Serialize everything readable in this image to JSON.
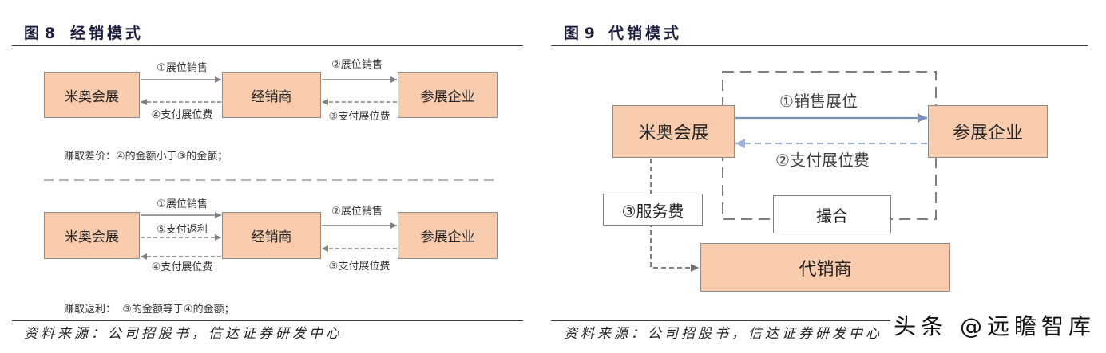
{
  "figure8": {
    "number": "图 8",
    "title": "经销模式",
    "top_diagram": {
      "nodes": {
        "organizer": "米奥会展",
        "dealer": "经销商",
        "exhibitor": "参展企业"
      },
      "edges": {
        "sale_to_dealer": "①展位销售",
        "pay_to_organizer": "④支付展位费",
        "sale_to_exhibitor": "②展位销售",
        "pay_to_dealer": "③支付展位费"
      },
      "note": "赚取差价：④的金额小于③的金额；"
    },
    "bottom_diagram": {
      "nodes": {
        "organizer": "米奥会展",
        "dealer": "经销商",
        "exhibitor": "参展企业"
      },
      "edges": {
        "sale_to_dealer": "①展位销售",
        "rebate_to_dealer": "⑤支付返利",
        "pay_to_organizer": "④支付展位费",
        "sale_to_exhibitor": "②展位销售",
        "pay_to_dealer": "③支付展位费"
      },
      "note": "赚取返利：  ③的金额等于④的金额；"
    },
    "source": "资料来源：公司招股书，信达证券研发中心"
  },
  "figure9": {
    "number": "图 9",
    "title": "代销模式",
    "nodes": {
      "organizer": "米奥会展",
      "exhibitor": "参展企业",
      "service_fee": "③服务费",
      "matchmaking": "撮合",
      "agent": "代销商"
    },
    "edges": {
      "sale_to_exhibitor": "①销售展位",
      "pay_to_organizer": "②支付展位费"
    },
    "source": "资料来源：公司招股书，信达证券研发中心"
  },
  "watermark": "头条 @远瞻智库",
  "colors": {
    "node_fill": "#f8cbad",
    "node_border": "#8c8c8c",
    "arrow_gray": "#7f7f7f",
    "arrow_blue": "#7b91b9",
    "arrow_blue_light": "#9fb3d6",
    "title_color": "#1f2040"
  }
}
